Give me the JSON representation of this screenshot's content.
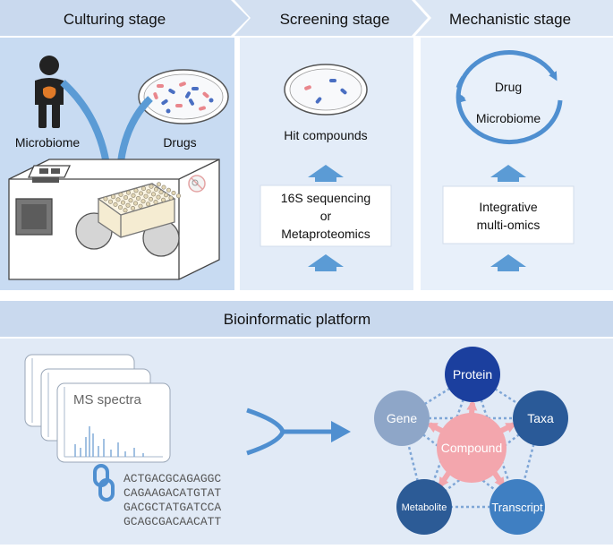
{
  "stages": {
    "culturing": {
      "title": "Culturing stage",
      "microbiome_label": "Microbiome",
      "drugs_label": "Drugs"
    },
    "screening": {
      "title": "Screening stage",
      "hit_label": "Hit compounds",
      "method_line1": "16S sequencing",
      "method_line2": "or",
      "method_line3": "Metaproteomics"
    },
    "mechanistic": {
      "title": "Mechanistic stage",
      "cycle_top": "Drug",
      "cycle_bottom": "Microbiome",
      "method_line1": "Integrative",
      "method_line2": "multi-omics"
    }
  },
  "platform": {
    "title": "Bioinformatic platform",
    "ms_label": "MS spectra",
    "sequences": [
      "ACTGACGCAGAGGC",
      "CAGAAGACATGTAT",
      "GACGCTATGATCCA",
      "GCAGCGACAACATT"
    ],
    "network": {
      "center": "Compound",
      "nodes": [
        "Protein",
        "Taxa",
        "Transcript",
        "Metabolite",
        "Gene"
      ]
    }
  },
  "colors": {
    "band": "#c9d9ee",
    "panel_left": "#c8dbf2",
    "panel_mid": "#e3ecf8",
    "panel_right": "#e8f0fa",
    "arrow_blue": "#5b9bd5",
    "protein": "#1b3f9e",
    "taxa": "#2a5a98",
    "transcript": "#3f7fc2",
    "metabolite": "#2c5b96",
    "gene": "#8ea6c8",
    "compound": "#f3a6ad"
  }
}
